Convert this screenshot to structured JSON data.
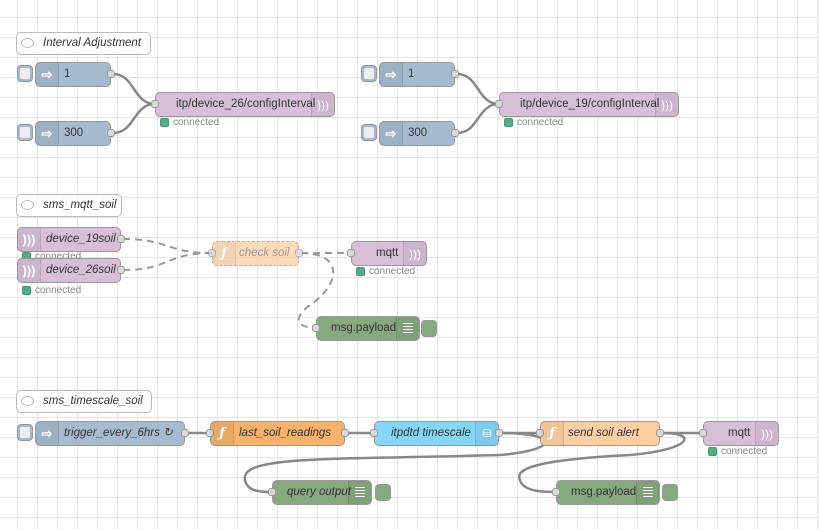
{
  "colors": {
    "inject": "#a6bbcf",
    "mqtt": "#d8bfd8",
    "function": "#fdd0a2",
    "function_active": "#f5b36b",
    "timescale": "#85d6f9",
    "debug": "#87a980",
    "status_connected": "#5fbf8c",
    "wire": "#888888",
    "grid": "#e6e6e6"
  },
  "groups": {
    "interval": {
      "comment": "Interval Adjustment"
    },
    "soil": {
      "comment": "sms_mqtt_soil"
    },
    "timescale": {
      "comment": "sms_timescale_soil"
    }
  },
  "nodes": {
    "inj1_a": {
      "label": "1",
      "icon": "arrow-right-icon"
    },
    "inj300_a": {
      "label": "300",
      "icon": "arrow-right-icon"
    },
    "mqtt_out_26": {
      "label": "itp/device_26/configInterval",
      "status": "connected",
      "icon": "wifi-icon"
    },
    "inj1_b": {
      "label": "1",
      "icon": "arrow-right-icon"
    },
    "inj300_b": {
      "label": "300",
      "icon": "arrow-right-icon"
    },
    "mqtt_out_19": {
      "label": "itp/device_19/configInterval",
      "status": "connected",
      "icon": "wifi-icon"
    },
    "mqtt_in_19": {
      "label": "device_19soil",
      "status": "connected",
      "icon": "wifi-icon"
    },
    "mqtt_in_26": {
      "label": "device_26soil",
      "status": "connected",
      "icon": "wifi-icon"
    },
    "check_soil": {
      "label": "check soil",
      "icon": "function-icon"
    },
    "mqtt_out": {
      "label": "mqtt",
      "status": "connected",
      "icon": "wifi-icon"
    },
    "debug1": {
      "label": "msg.payload",
      "icon": "list-icon"
    },
    "trigger": {
      "label": "trigger_every_6hrs ↻",
      "icon": "arrow-right-icon"
    },
    "last_soil": {
      "label": "last_soil_readings",
      "icon": "function-icon"
    },
    "itpdtd": {
      "label": "itpdtd timescale",
      "icon": "database-icon"
    },
    "send_alert": {
      "label": "send soil alert",
      "icon": "function-icon"
    },
    "mqtt_out2": {
      "label": "mqtt",
      "status": "connected",
      "icon": "wifi-icon"
    },
    "query_output": {
      "label": "query output",
      "icon": "list-icon"
    },
    "debug2": {
      "label": "msg.payload",
      "icon": "list-icon"
    }
  }
}
